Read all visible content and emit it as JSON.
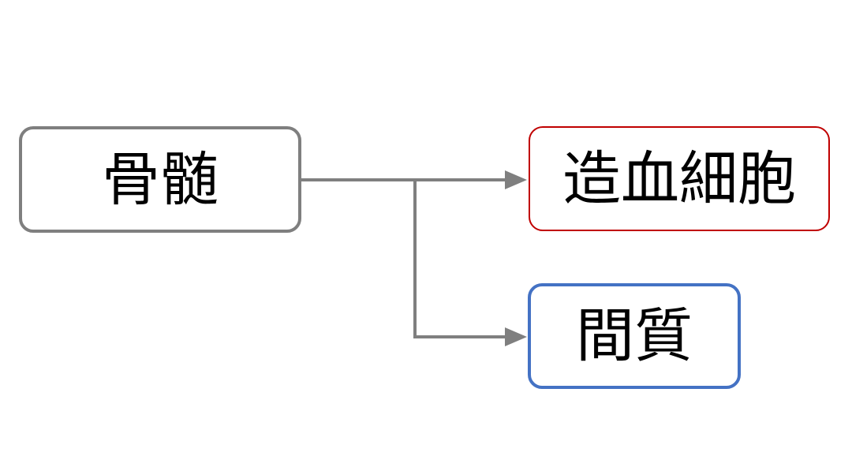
{
  "diagram": {
    "nodes": {
      "source": {
        "label": "骨髄",
        "border_color": "#7f7f7f"
      },
      "target_top": {
        "label": "造血細胞",
        "border_color": "#c00000"
      },
      "target_bottom": {
        "label": "間質",
        "border_color": "#4472c4"
      }
    },
    "edges": [
      {
        "from": "骨髄",
        "to": "造血細胞"
      },
      {
        "from": "骨髄",
        "to": "間質"
      }
    ],
    "connector_color": "#7f7f7f"
  }
}
